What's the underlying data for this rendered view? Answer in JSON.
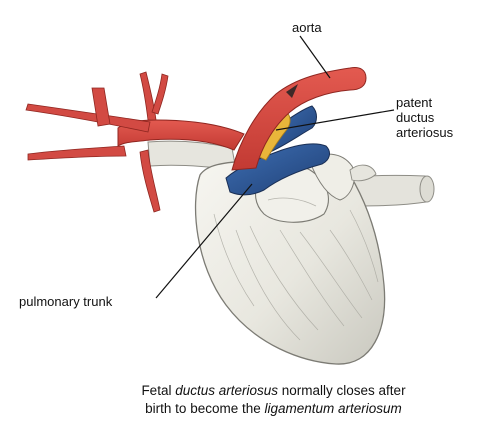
{
  "labels": {
    "aorta": "aorta",
    "pda_line1": "patent",
    "pda_line2": "ductus",
    "pda_line3": "arteriosus",
    "pulmonary_trunk": "pulmonary trunk"
  },
  "caption": {
    "line1_pre": "Fetal ",
    "line1_em": "ductus arteriosus",
    "line1_post": " normally  closes after",
    "line2_pre": "birth to become the ",
    "line2_em": "ligamentum arteriosum"
  },
  "colors": {
    "artery": "#d8453f",
    "vein_blue": "#2f5a9c",
    "ductus": "#e9b63a",
    "heart": "#ecebe4"
  }
}
